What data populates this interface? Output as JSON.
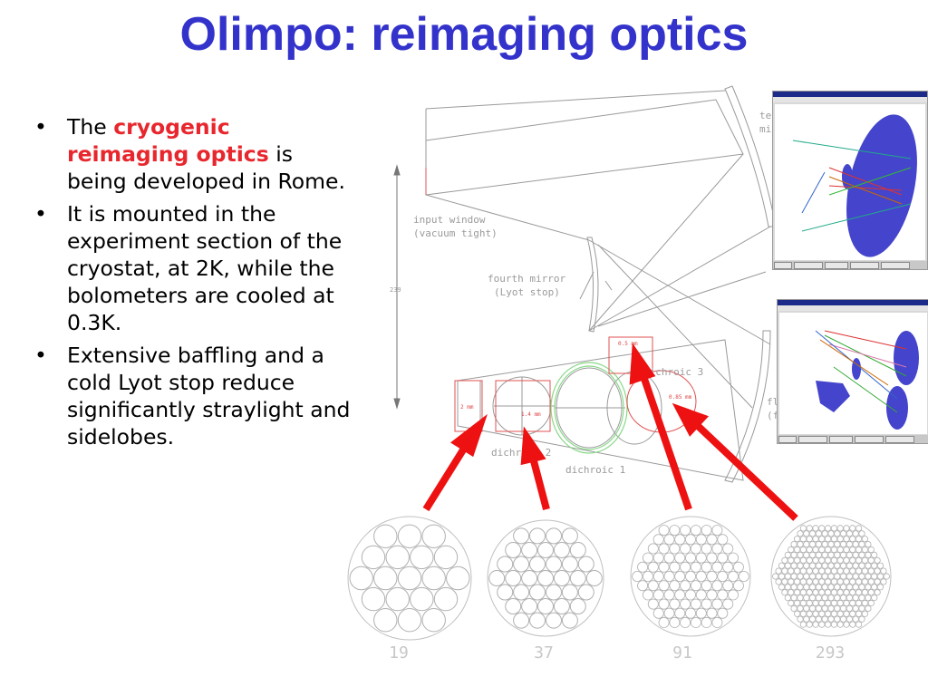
{
  "slide": {
    "title": "Olimpo: reimaging optics",
    "bullets": [
      {
        "pre": "The ",
        "highlight": "cryogenic reimaging optics",
        "post": " is being developed in Rome."
      },
      {
        "text": "It is mounted in the experiment section of the cryostat, at 2K, while the bolometers are cooled at 0.3K."
      },
      {
        "text": "Extensive baffling and a cold Lyot stop reduce significantly straylight and sidelobes."
      }
    ],
    "highlight_color": "#e8262d",
    "title_color": "#3333cc"
  },
  "drawing": {
    "labels": {
      "input_window_1": "input window",
      "input_window_2": "(vacuum tight)",
      "fourth_mirror_1": "fourth mirror",
      "fourth_mirror_2": "(Lyot stop)",
      "third_mirror_1": "te",
      "third_mirror_2": "mir",
      "flat_1": "fl",
      "flat_2": "(f",
      "dichroic_1": "dichroic 1",
      "dichroic_2": "dichroic 2",
      "dichroic_3": "dichroic 3",
      "dimension": "239",
      "array_2mm": "2 mm",
      "array_14mm": "1.4 mm",
      "array_05mm": "0.5 mm",
      "array_085mm": "0.85 mm"
    }
  },
  "detector_arrays": [
    {
      "count": "19"
    },
    {
      "count": "37"
    },
    {
      "count": "91"
    },
    {
      "count": "293"
    }
  ]
}
